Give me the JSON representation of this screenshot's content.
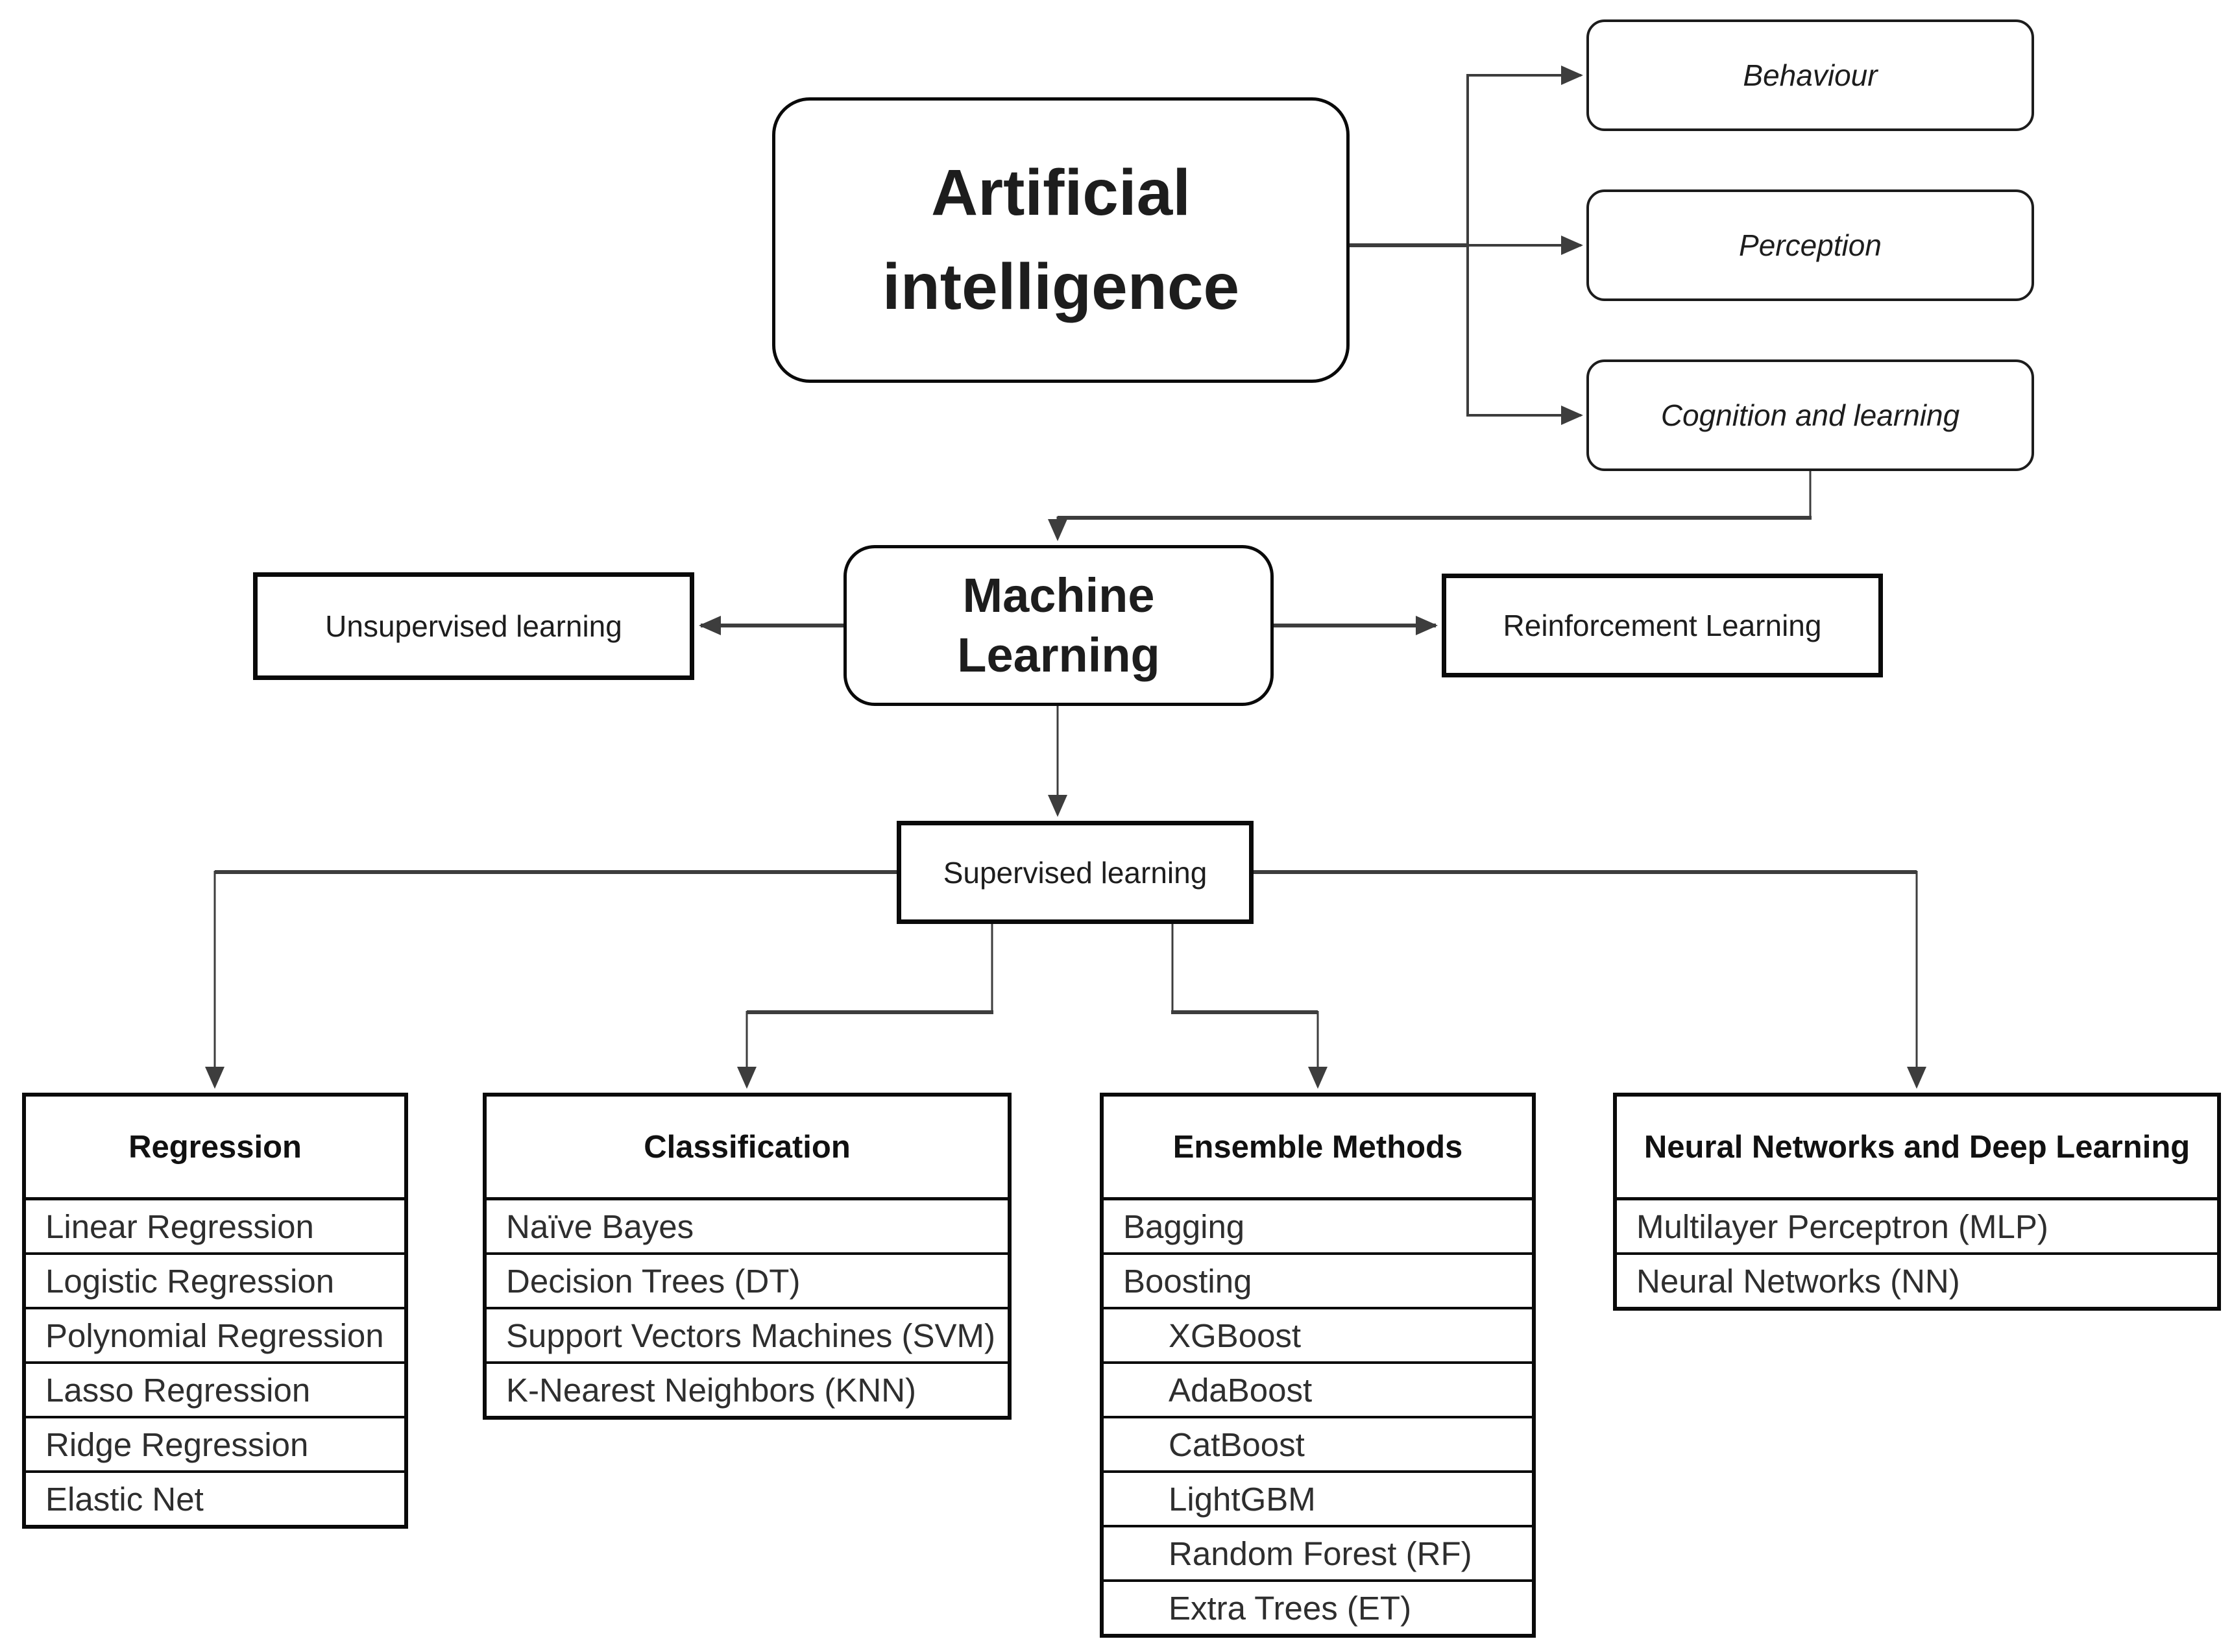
{
  "diagram": {
    "background": "#ffffff",
    "connector_color": "#3d3d3d",
    "border_color": "#0a0a0a"
  },
  "boxes": {
    "artificial_intelligence": {
      "label": "Artificial intelligence"
    },
    "behaviour": {
      "label": "Behaviour"
    },
    "perception": {
      "label": "Perception"
    },
    "cognition_and_learning": {
      "label": "Cognition and learning"
    },
    "machine_learning": {
      "label": "Machine Learning"
    },
    "unsupervised_learning": {
      "label": "Unsupervised learning"
    },
    "reinforcement_learning": {
      "label": "Reinforcement Learning"
    },
    "supervised_learning": {
      "label": "Supervised learning"
    }
  },
  "tables": [
    {
      "title": "Regression",
      "rows": [
        {
          "label": "Linear Regression",
          "indent": false
        },
        {
          "label": "Logistic Regression",
          "indent": false
        },
        {
          "label": "Polynomial Regression",
          "indent": false
        },
        {
          "label": "Lasso Regression",
          "indent": false
        },
        {
          "label": "Ridge Regression",
          "indent": false
        },
        {
          "label": "Elastic Net",
          "indent": false
        }
      ]
    },
    {
      "title": "Classification",
      "rows": [
        {
          "label": "Naïve Bayes",
          "indent": false
        },
        {
          "label": "Decision Trees (DT)",
          "indent": false
        },
        {
          "label": "Support Vectors Machines (SVM)",
          "indent": false
        },
        {
          "label": "K-Nearest Neighbors (KNN)",
          "indent": false
        }
      ]
    },
    {
      "title": "Ensemble Methods",
      "rows": [
        {
          "label": "Bagging",
          "indent": false
        },
        {
          "label": "Boosting",
          "indent": false
        },
        {
          "label": "XGBoost",
          "indent": true
        },
        {
          "label": "AdaBoost",
          "indent": true
        },
        {
          "label": "CatBoost",
          "indent": true
        },
        {
          "label": "LightGBM",
          "indent": true
        },
        {
          "label": "Random Forest (RF)",
          "indent": true
        },
        {
          "label": "Extra Trees (ET)",
          "indent": true
        }
      ]
    },
    {
      "title": "Neural Networks and Deep Learning",
      "rows": [
        {
          "label": "Multilayer Perceptron (MLP)",
          "indent": false
        },
        {
          "label": "Neural Networks (NN)",
          "indent": false
        }
      ]
    }
  ]
}
